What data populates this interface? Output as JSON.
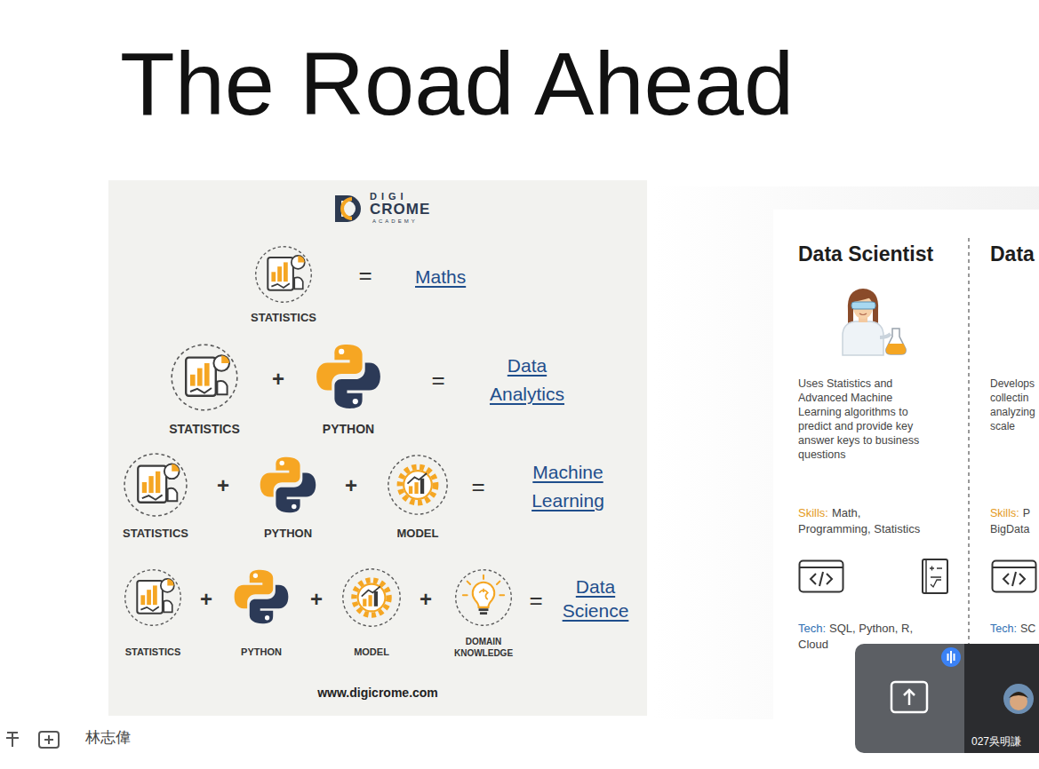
{
  "diagram": {
    "title": "The Road Ahead",
    "nodes": [
      {
        "text": [
          "DIGI",
          "CROME",
          "ACADEMY",
          "www.digicrome.com"
        ]
      },
      {
        "text": [
          "STATISTICS"
        ],
        "in": 0
      },
      {
        "text": [
          "STATISTICS"
        ],
        "in": 0
      },
      {
        "text": [
          "PYTHON"
        ],
        "in": 0
      },
      {
        "text": [
          "STATISTICS"
        ],
        "in": 0
      },
      {
        "text": [
          "PYTHON"
        ],
        "in": 0
      },
      {
        "text": [
          "MODEL"
        ],
        "in": 0
      },
      {
        "text": [
          "STATISTICS"
        ],
        "in": 0
      },
      {
        "text": [
          "PYTHON"
        ],
        "in": 0
      },
      {
        "text": [
          "MODEL"
        ],
        "in": 0
      },
      {
        "text": [
          "DOMAIN KNOWLEDGE"
        ],
        "in": 0
      },
      {
        "text": [
          "Data Scientist",
          "Uses Statistics and Advanced Machine Learning algorithms to predict and provide key answer keys to business questions",
          "Skills:",
          "Math, Programming, Statistics",
          "Tech:",
          "SQL, Python, R, Cloud"
        ]
      },
      {
        "text": [
          "Data",
          "Develops collectin analyzing scale",
          "Skills:",
          "P BigData",
          "Tech:",
          "SC"
        ]
      }
    ],
    "labels": [
      "=",
      "Maths",
      "+",
      "=",
      "Data Analytics",
      "+",
      "+",
      "=",
      "Machine Learning",
      "+",
      "+",
      "+",
      "=",
      "Data Science",
      "林志偉",
      "027吳明謙"
    ]
  }
}
